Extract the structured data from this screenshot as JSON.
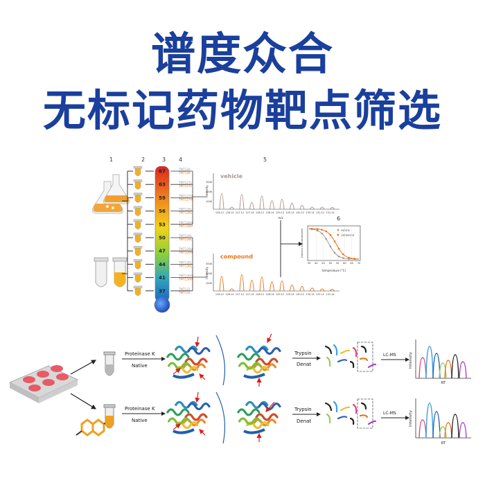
{
  "title_line1": "谱度众合",
  "title_line2": "无标记药物靶点筛选",
  "tpp": {
    "step_numbers": [
      "1",
      "2",
      "3",
      "4",
      "5",
      "6"
    ],
    "temperatures": [
      "67",
      "63",
      "59",
      "56",
      "53",
      "50",
      "47",
      "44",
      "41",
      "37"
    ],
    "tmt_labels": [
      "TMT126",
      "TMT127L",
      "TMT127H",
      "TMT128L",
      "TMT128H",
      "TMT129L",
      "TMT129H",
      "TMT130L",
      "TMT130H",
      "TMT131"
    ],
    "vehicle_label": "vehicle",
    "compound_label": "compound",
    "ms_xlabel": "m/z",
    "ms_ylabel": "Intensity",
    "ms_y_ticks": [
      "300K",
      "200K",
      "100K"
    ],
    "ms_x_ticks": [
      "126.12",
      "126.14",
      "127.12",
      "127.14",
      "128.12",
      "128.14",
      "129.12",
      "129.14",
      "130.12",
      "130.14",
      "131.12",
      "131.14"
    ],
    "melt_ylabel": "fraction non-denatured",
    "melt_xlabel": "temperature (°C)",
    "melt_x_ticks": [
      "35",
      "40",
      "45",
      "50",
      "55",
      "60",
      "65",
      "70"
    ],
    "legend": [
      "vehicle",
      "compound"
    ],
    "colors": {
      "vehicle": "#a8978b",
      "compound": "#e8721c"
    }
  },
  "lip": {
    "top_row": {
      "enzyme": "Proteinase K",
      "condition": "Native",
      "digest": "Trypsin",
      "denat": "Denat",
      "lcms": "LC-MS"
    },
    "bottom_row": {
      "enzyme": "Proteinase K",
      "condition": "Native",
      "digest": "Trypsin",
      "denat": "Denat",
      "lcms": "LC-MS"
    },
    "chrom_ylabel": "Intensity",
    "chrom_xlabel": "RT"
  }
}
